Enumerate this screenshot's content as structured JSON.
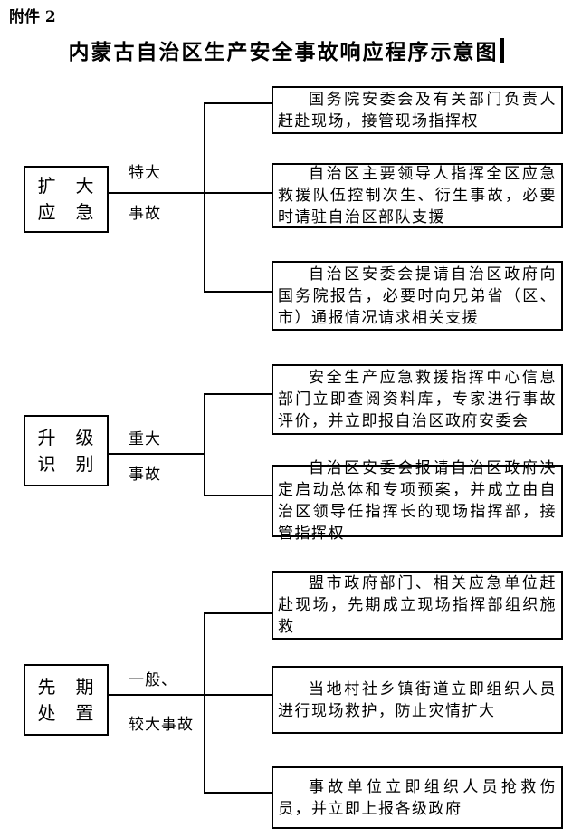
{
  "page": {
    "attachment_label": "附件 2",
    "title": "内蒙古自治区生产安全事故响应程序示意图",
    "colors": {
      "line": "#000000",
      "background": "#ffffff",
      "text": "#000000"
    }
  },
  "flowchart": {
    "groups": [
      {
        "stage_line1": "扩　大",
        "stage_line2": "应　急",
        "condition_line1": "特大",
        "condition_line2": "事故",
        "actions": [
          "国务院安委会及有关部门负责人赶赴现场，接管现场指挥权",
          "自治区主要领导人指挥全区应急救援队伍控制次生、衍生事故，必要时请驻自治区部队支援",
          "自治区安委会提请自治区政府向国务院报告，必要时向兄弟省（区、市）通报情况请求相关支援"
        ]
      },
      {
        "stage_line1": "升　级",
        "stage_line2": "识　别",
        "condition_line1": "重大",
        "condition_line2": "事故",
        "actions": [
          "安全生产应急救援指挥中心信息部门立即查阅资料库，专家进行事故评价，并立即报自治区政府安委会",
          "自治区安委会报请自治区政府决定启动总体和专项预案，并成立由自治区领导任指挥长的现场指挥部，接管指挥权"
        ]
      },
      {
        "stage_line1": "先　期",
        "stage_line2": "处　置",
        "condition_line1": "一般、",
        "condition_line2": "较大事故",
        "actions": [
          "盟市政府部门、相关应急单位赶赴现场，先期成立现场指挥部组织施救",
          "当地村社乡镇街道立即组织人员进行现场救护，防止灾情扩大",
          "事故单位立即组织人员抢救伤员，并立即上报各级政府"
        ]
      }
    ]
  }
}
